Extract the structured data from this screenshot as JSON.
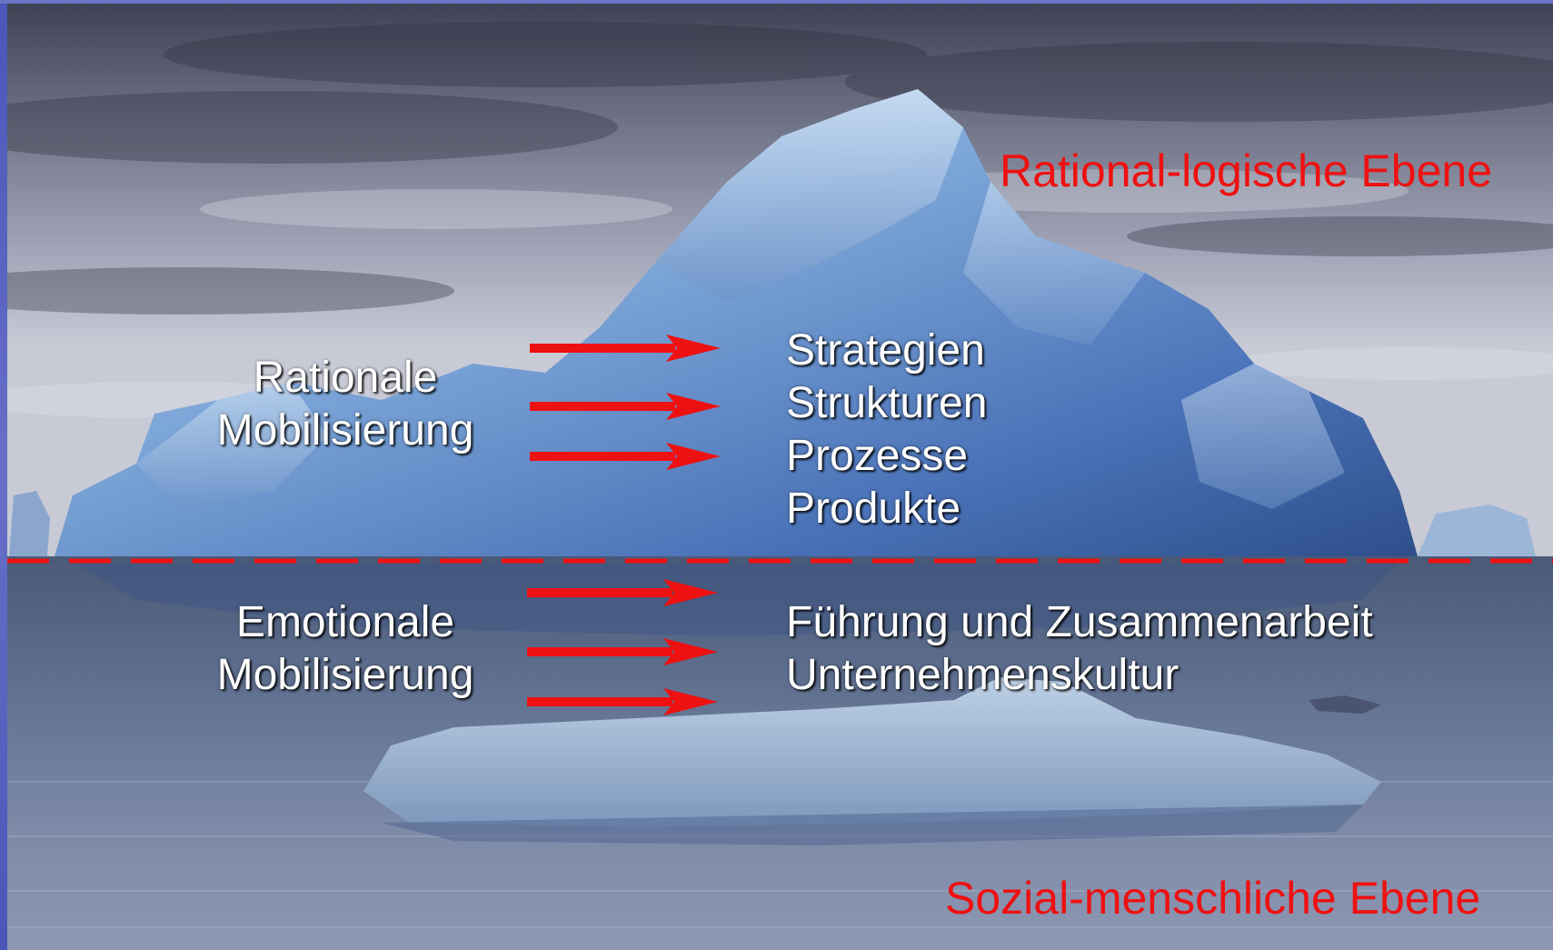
{
  "levels": {
    "top": "Rational-logische Ebene",
    "bottom": "Sozial-menschliche Ebene"
  },
  "mobilization": {
    "rational": [
      "Rationale",
      "Mobilisierung"
    ],
    "emotional": [
      "Emotionale",
      "Mobilisierung"
    ]
  },
  "above_water_items": [
    "Strategien",
    "Strukturen",
    "Prozesse",
    "Produkte"
  ],
  "below_water_items": [
    "Führung und Zusammenarbeit",
    "Unternehmenskultur"
  ],
  "colors": {
    "accent_red": "#ee1111",
    "label_text": "#ffffff"
  }
}
